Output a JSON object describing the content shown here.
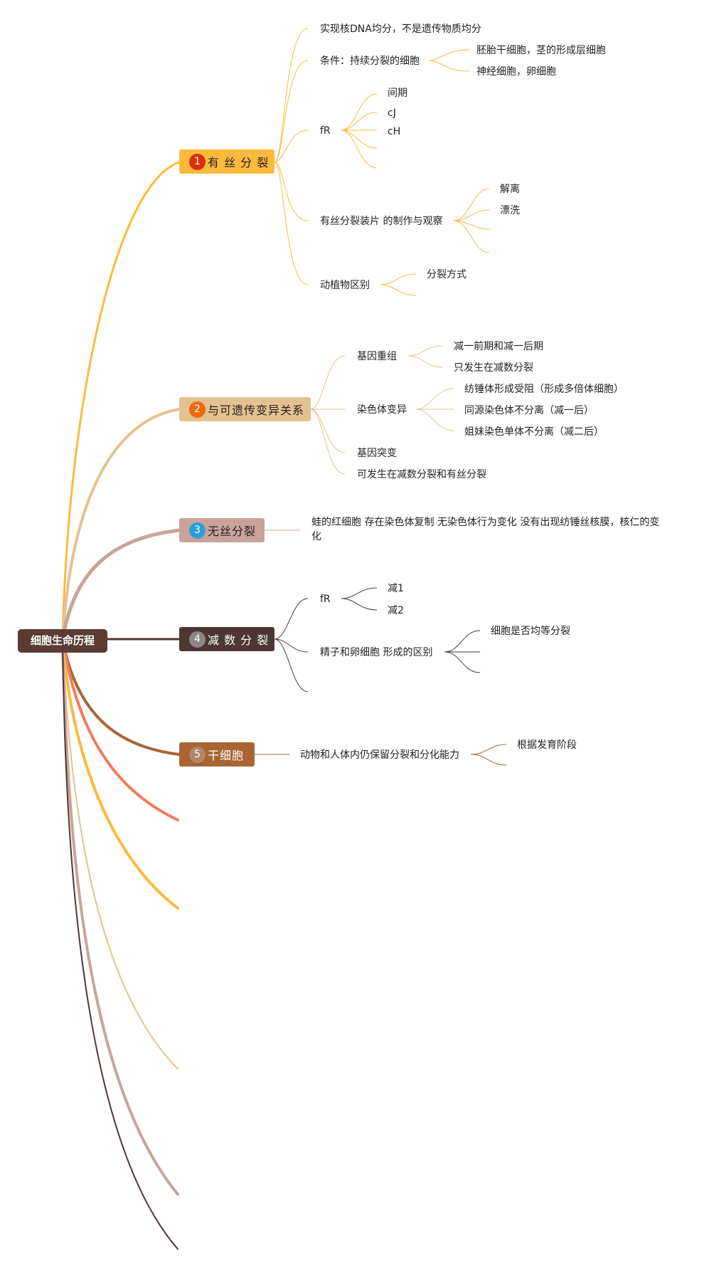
{
  "root": {
    "label": "细胞生命历程",
    "color": "#5b3b34"
  },
  "topics": [
    {
      "num": "1",
      "label": "有 丝 分 裂",
      "color": "#fcb93d",
      "badge": "#d8300a"
    },
    {
      "num": "2",
      "label": "与可遗传变异关系",
      "color": "#e4c190",
      "badge": "#eb6a0f"
    },
    {
      "num": "3",
      "label": "无丝分裂",
      "color": "#c9a399",
      "badge": "#2f9ed8"
    },
    {
      "num": "4",
      "label": "减 数 分 裂",
      "color": "#4e3635",
      "badge": "#8a8787"
    },
    {
      "num": "5",
      "label": "干细胞",
      "color": "#a86533",
      "badge": "#b1866a"
    }
  ],
  "mitosis": {
    "n1": "实现核DNA均分，不是遗传物质均分",
    "n2": "条件：持续分裂的细胞",
    "n2a": "胚胎干细胞，茎的形成层细胞",
    "n2b": "神经细胞，卵细胞",
    "n3": "fR",
    "n3a": "间期",
    "n3b": "cJ",
    "n3c": "cH",
    "n4": "有丝分裂装片 的制作与观察",
    "n4a": "解离",
    "n4b": "漂洗",
    "n5": "动植物区别",
    "n5a": "分裂方式"
  },
  "variation": {
    "n1": "基因重组",
    "n1a": "减一前期和减一后期",
    "n1b": "只发生在减数分裂",
    "n2": "染色体变异",
    "n2a": "纺锤体形成受阻（形成多倍体细胞）",
    "n2b": "同源染色体不分离（减一后）",
    "n2c": "姐妹染色单体不分离（减二后）",
    "n3": "基因突变",
    "n4": "可发生在减数分裂和有丝分裂"
  },
  "amitosis": {
    "n1": "蛙的红细胞 存在染色体复制 无染色体行为变化 没有出现纺锤丝核膜，核仁的变化"
  },
  "meiosis": {
    "n1": "fR",
    "n1a": "减1",
    "n1b": "减2",
    "n2": "精子和卵细胞 形成的区别",
    "n2a": "细胞是否均等分裂"
  },
  "stemcell": {
    "n1": "动物和人体内仍保留分裂和分化能力",
    "n1a": "根据发育阶段"
  },
  "extra_branch_colors": [
    "#f47b5b",
    "#fcb93d",
    "#e4c190",
    "#c9a399",
    "#4e3635"
  ]
}
